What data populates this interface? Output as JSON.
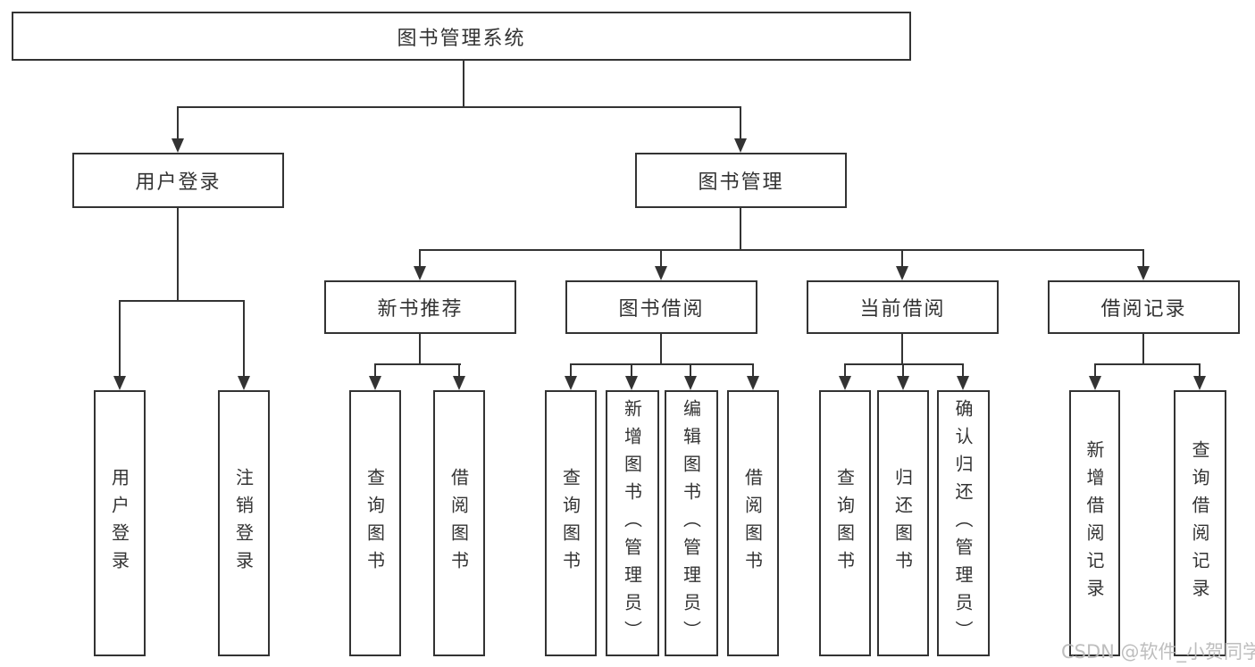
{
  "diagram_title": "图书管理系统",
  "tree": {
    "label": "图书管理系统",
    "children": [
      {
        "label": "用户登录",
        "children": [
          {
            "label": "用户登录"
          },
          {
            "label": "注销登录"
          }
        ]
      },
      {
        "label": "图书管理",
        "children": [
          {
            "label": "新书推荐",
            "children": [
              {
                "label": "查询图书"
              },
              {
                "label": "借阅图书"
              }
            ]
          },
          {
            "label": "图书借阅",
            "children": [
              {
                "label": "查询图书"
              },
              {
                "label": "新增图书（管理员）"
              },
              {
                "label": "编辑图书（管理员）"
              },
              {
                "label": "借阅图书"
              }
            ]
          },
          {
            "label": "当前借阅",
            "children": [
              {
                "label": "查询图书"
              },
              {
                "label": "归还图书"
              },
              {
                "label": "确认归还（管理员）"
              }
            ]
          },
          {
            "label": "借阅记录",
            "children": [
              {
                "label": "新增借阅记录"
              },
              {
                "label": "查询借阅记录"
              }
            ]
          }
        ]
      }
    ]
  },
  "watermark": {
    "text": "CSDN @软件_小贺同学"
  },
  "colors": {
    "line": "#333333",
    "text": "#333333",
    "box_background": "#ffffff",
    "page_background": "#ffffff",
    "watermark": "#b8b8b8"
  }
}
